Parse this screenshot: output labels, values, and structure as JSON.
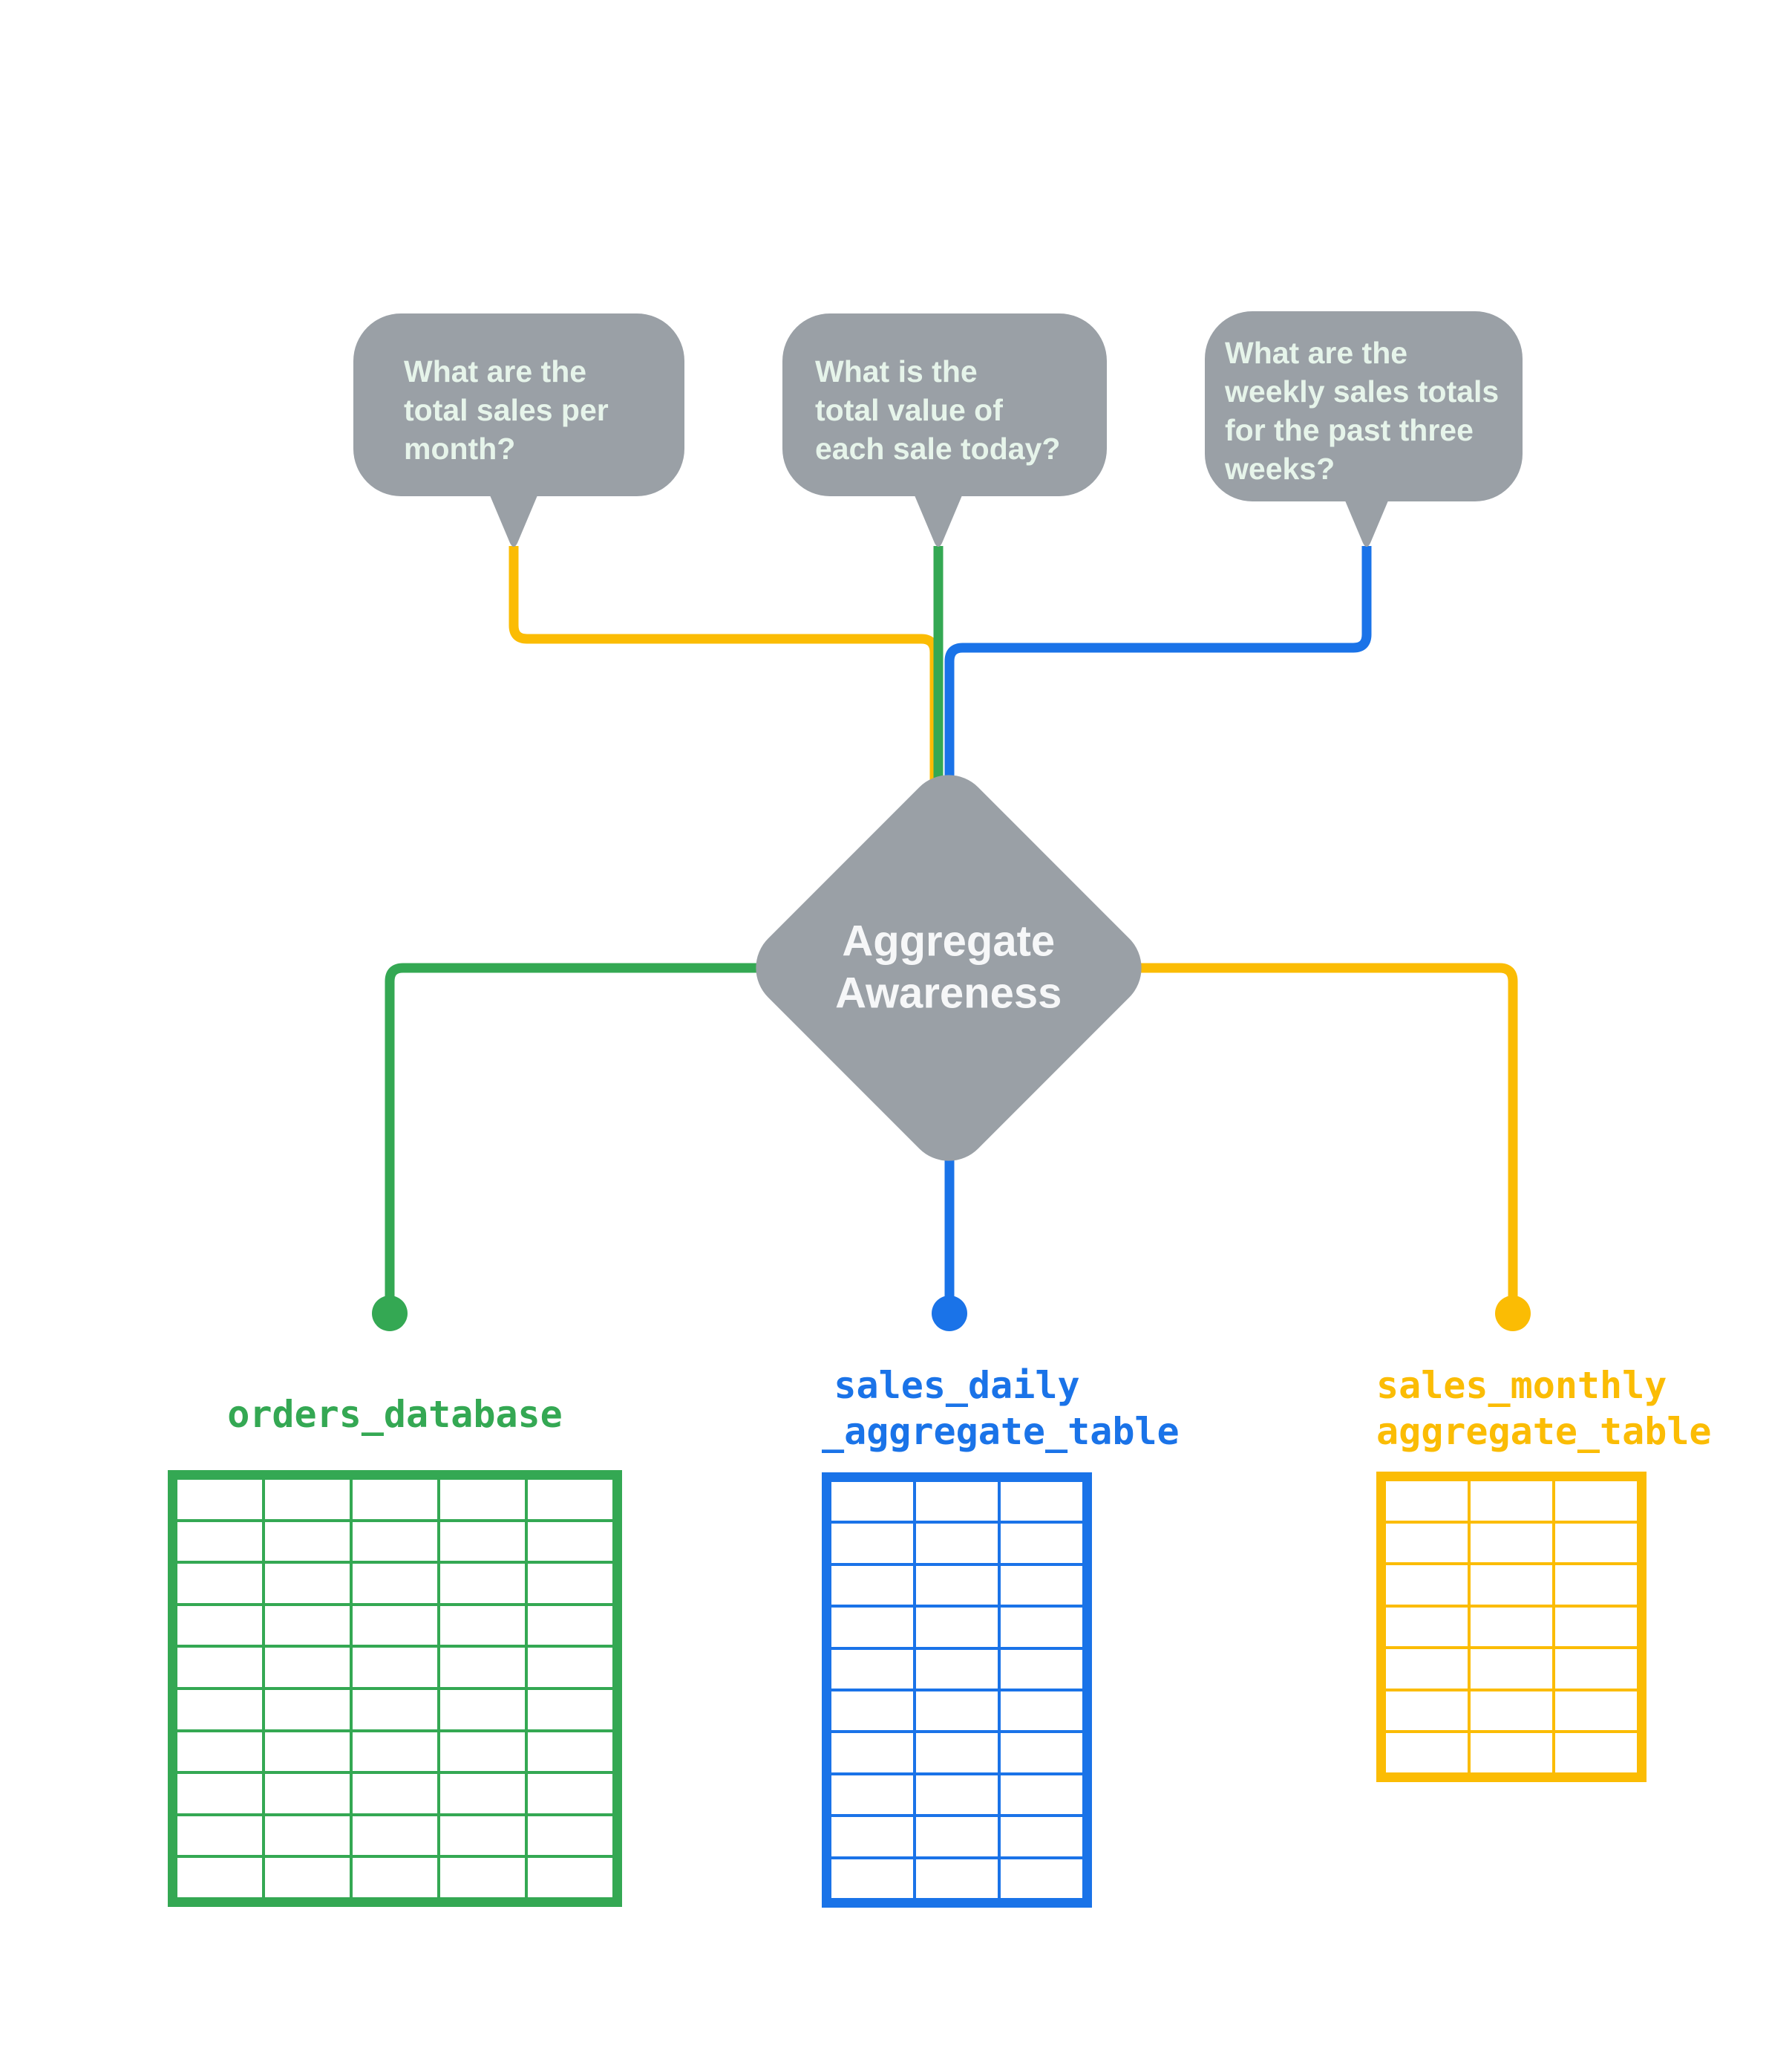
{
  "colors": {
    "background": "#FFFFFF",
    "gray": "#9AA0A6",
    "bubble_text": "#E6F4EA",
    "diamond_text": "#F6F7F8",
    "green": "#34A853",
    "blue": "#1A73E8",
    "yellow": "#FBBC04"
  },
  "bubbles": [
    {
      "id": "monthly-sales-question",
      "text": "What are the\ntotal sales per\nmonth?",
      "connector_color": "yellow"
    },
    {
      "id": "daily-sale-value-question",
      "text": "What is the\ntotal value of\neach sale today?",
      "connector_color": "green"
    },
    {
      "id": "weekly-totals-question",
      "text": "What are the\nweekly sales totals\nfor the past three\nweeks?",
      "connector_color": "blue"
    }
  ],
  "diamond": {
    "label": "Aggregate\nAwareness"
  },
  "tables": [
    {
      "label": "orders_database",
      "color": "green",
      "columns": 5,
      "rows": 10
    },
    {
      "label": "sales_daily\n_aggregate_table",
      "color": "blue",
      "columns": 3,
      "rows": 10
    },
    {
      "label": "sales_monthly\naggregate_table",
      "color": "yellow",
      "columns": 3,
      "rows": 7
    }
  ]
}
